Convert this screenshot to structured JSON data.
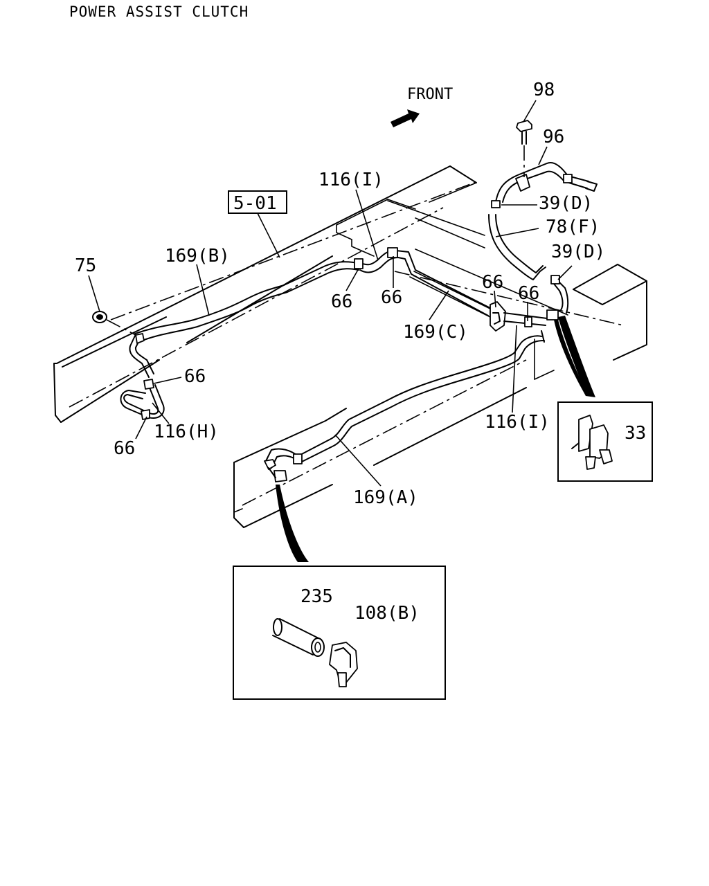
{
  "title": "POWER ASSIST CLUTCH",
  "front_label": "FRONT",
  "ref_box": "5-01",
  "labels": {
    "p98": "98",
    "p96": "96",
    "p116i_top": "116(I)",
    "p39d_a": "39(D)",
    "p78f": "78(F)",
    "p39d_b": "39(D)",
    "p169b": "169(B)",
    "p75": "75",
    "p66_a": "66",
    "p66_b": "66",
    "p66_c": "66",
    "p66_d": "66",
    "p169c": "169(C)",
    "p66_e": "66",
    "p116h": "116(H)",
    "p66_f": "66",
    "p116i_bot": "116(I)",
    "p33": "33",
    "p169a": "169(A)",
    "p235": "235",
    "p108b": "108(B)"
  }
}
